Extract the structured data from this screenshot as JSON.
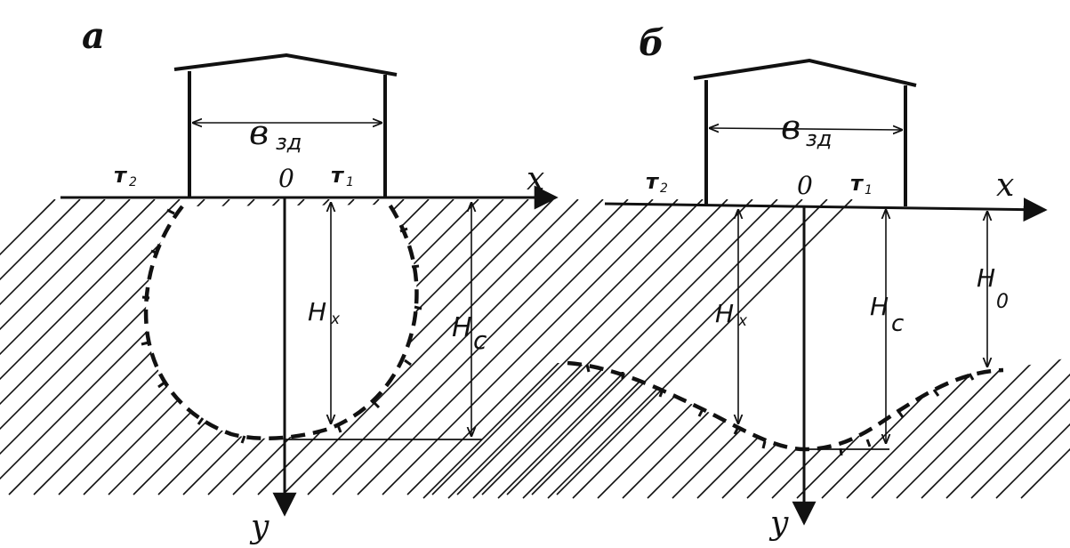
{
  "panels": [
    {
      "id": "a",
      "label": "а",
      "building_width_label": "в",
      "building_width_sub": "зд",
      "origin": "0",
      "t2": "т",
      "t2_sub": "2",
      "t1": "т",
      "t1_sub": "1",
      "x_axis": "x",
      "y_axis": "y",
      "hx": "H",
      "hx_sub": "x",
      "hc": "H",
      "hc_sub": "c"
    },
    {
      "id": "b",
      "label": "б",
      "building_width_label": "в",
      "building_width_sub": "зд",
      "origin": "0",
      "t2": "т",
      "t2_sub": "2",
      "t1": "т",
      "t1_sub": "1",
      "x_axis": "x",
      "y_axis": "y",
      "hx": "H",
      "hx_sub": "x",
      "hc": "H",
      "hc_sub": "c",
      "h0": "H",
      "h0_sub": "0"
    }
  ],
  "colors": {
    "ink": "#111111",
    "background": "#ffffff"
  }
}
